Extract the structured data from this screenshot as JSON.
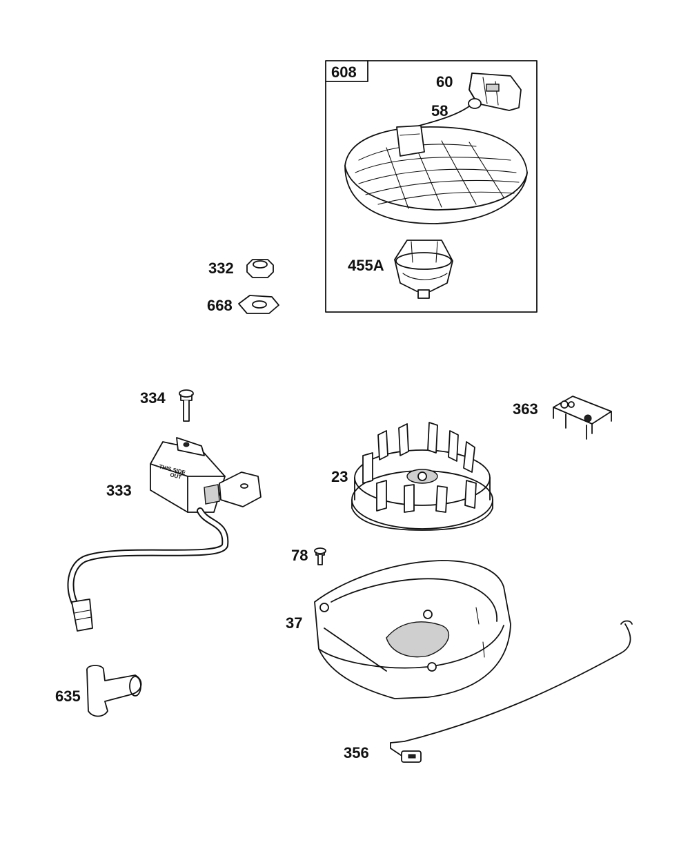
{
  "kit_box": {
    "label": "608"
  },
  "callouts": {
    "p60": "60",
    "p58": "58",
    "p455a": "455A",
    "p332": "332",
    "p668": "668",
    "p334": "334",
    "p363": "363",
    "p23": "23",
    "p333": "333",
    "p78": "78",
    "p37": "37",
    "p635": "635",
    "p356": "356"
  },
  "coil_marking": [
    "THIS SIDE",
    "OUT"
  ]
}
